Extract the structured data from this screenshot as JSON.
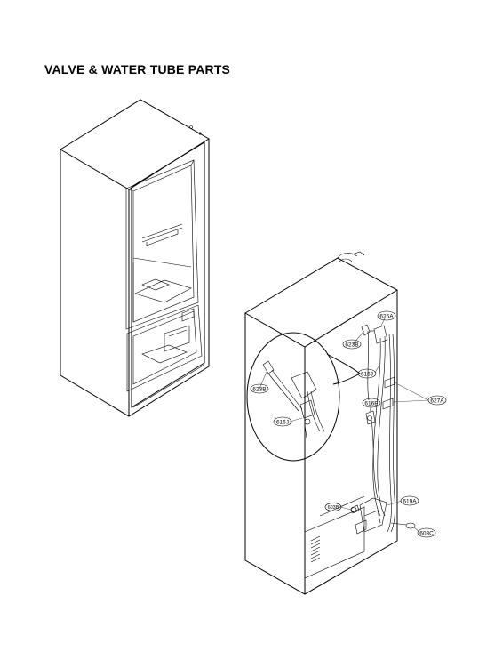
{
  "title": "VALVE & WATER TUBE PARTS",
  "callouts": [
    {
      "id": "625a",
      "label": "625A"
    },
    {
      "id": "623b",
      "label": "623B"
    },
    {
      "id": "616j",
      "label": "616J"
    },
    {
      "id": "627a",
      "label": "627A"
    },
    {
      "id": "616e",
      "label": "616E"
    },
    {
      "id": "623b-detail",
      "label": "623B"
    },
    {
      "id": "616j-detail",
      "label": "616J"
    },
    {
      "id": "603b",
      "label": "603B"
    },
    {
      "id": "619a",
      "label": "619A"
    },
    {
      "id": "603c",
      "label": "603C"
    }
  ]
}
